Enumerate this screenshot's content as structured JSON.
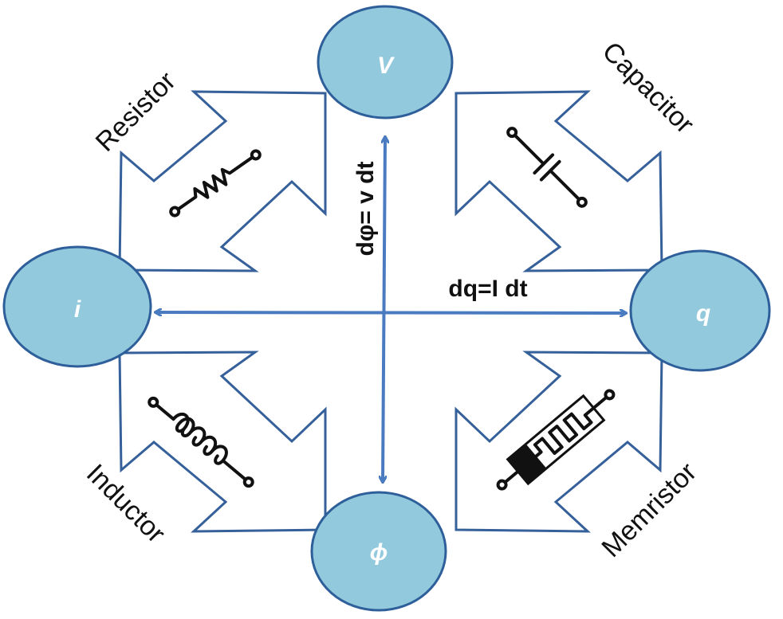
{
  "nodes": {
    "v": "V",
    "i": "i",
    "q": "q",
    "phi": "ϕ"
  },
  "equations": {
    "flux": "dφ= v dt",
    "charge": "dq=I dt"
  },
  "components": {
    "resistor": "Resistor",
    "capacitor": "Capacitor",
    "inductor": "Inductor",
    "memristor": "Memristor"
  },
  "colors": {
    "node_fill": "#92c9dc",
    "node_stroke": "#2e5f9a",
    "axis": "#4a7bc0",
    "arrow_outline": "#35609a"
  }
}
